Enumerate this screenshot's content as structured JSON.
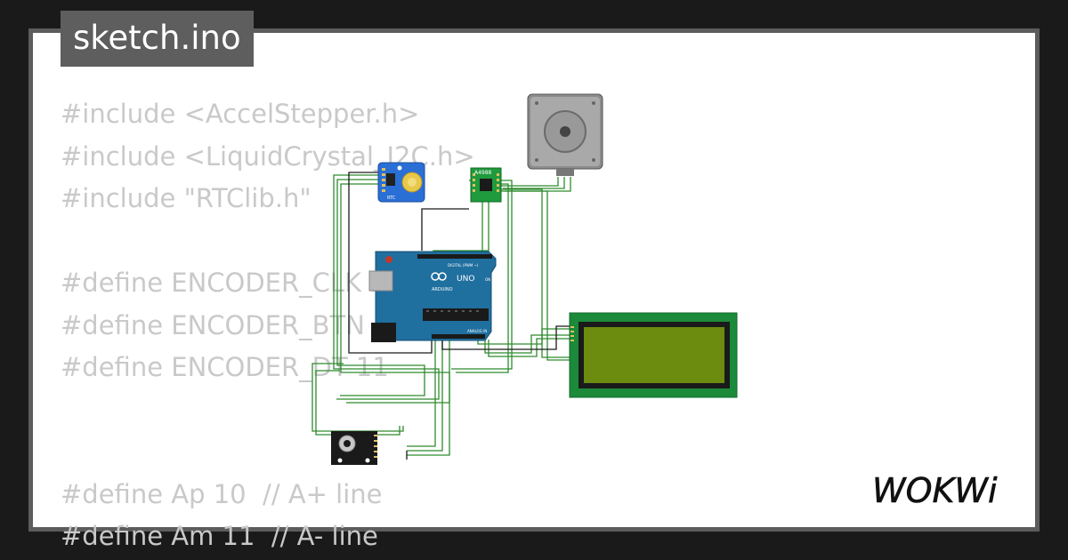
{
  "tab": {
    "filename": "sketch.ino"
  },
  "code": {
    "lines": [
      "#include <AccelStepper.h>",
      "#include <LiquidCrystal_I2C.h>",
      "#include \"RTClib.h\"",
      "",
      "#define ENCODER_CLK 2",
      "#define ENCODER_BTN 4",
      "#define ENCODER_DT 11",
      "",
      "",
      "#define Ap 10  // A+ line",
      "#define Am 11  // A- line"
    ]
  },
  "parts": {
    "rtc": {
      "label": "RTC"
    },
    "driver": {
      "label": "A4988"
    },
    "arduino": {
      "brand": "UNO",
      "maker": "ARDUINO",
      "digital_label": "DIGITAL (PWM ~)",
      "analog_label": "ANALOG IN",
      "on_label": "ON"
    }
  },
  "branding": {
    "logo_text": "WOKWi"
  },
  "colors": {
    "wire_green": "#2e8b2e",
    "wire_black": "#1a1a1a",
    "arduino_blue": "#1f6f9f",
    "lcd_green": "#1b8a3a",
    "lcd_screen": "#6b8c0f",
    "driver_green": "#1f9a3c",
    "rtc_blue": "#2a6fd6"
  }
}
